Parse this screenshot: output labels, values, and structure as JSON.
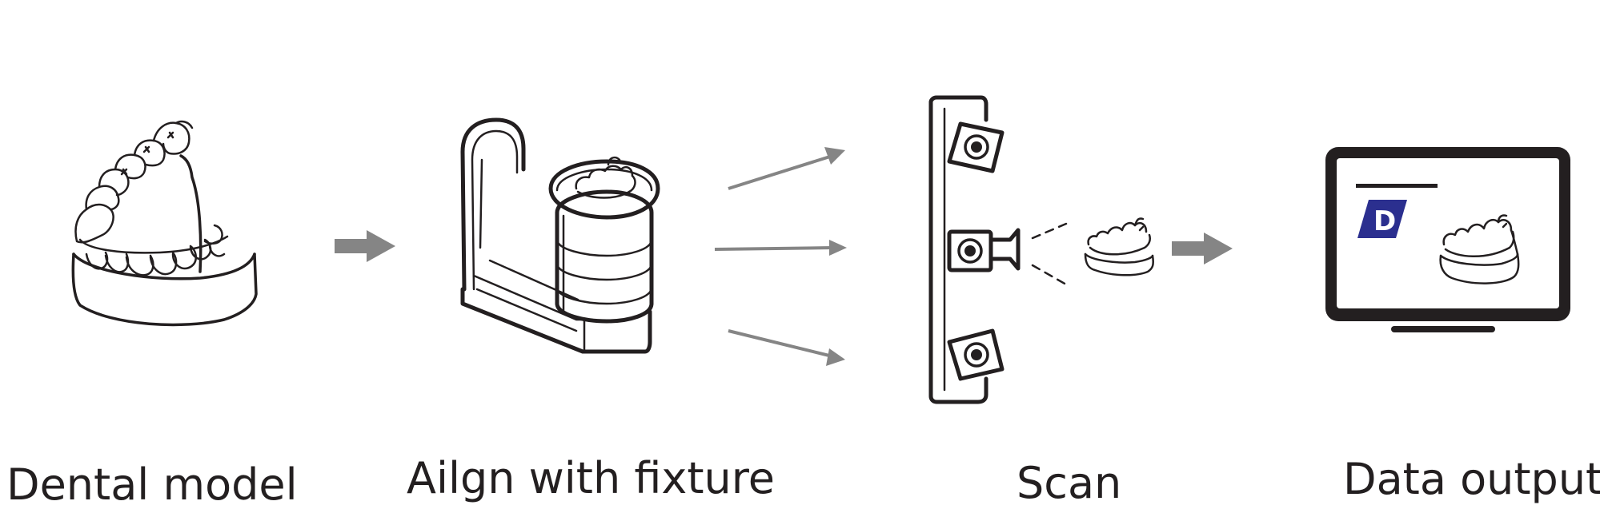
{
  "steps": [
    {
      "label": "Dental model",
      "icon": "dental-model-icon"
    },
    {
      "label": "Ailgn with fixture",
      "icon": "fixture-icon"
    },
    {
      "label": "Scan",
      "icon": "scanner-icon"
    },
    {
      "label": "Data output",
      "icon": "monitor-icon"
    }
  ],
  "monitor_logo_text": "D",
  "colors": {
    "line": "#231f20",
    "arrow": "#858585",
    "logo": "#2b2f8f"
  }
}
